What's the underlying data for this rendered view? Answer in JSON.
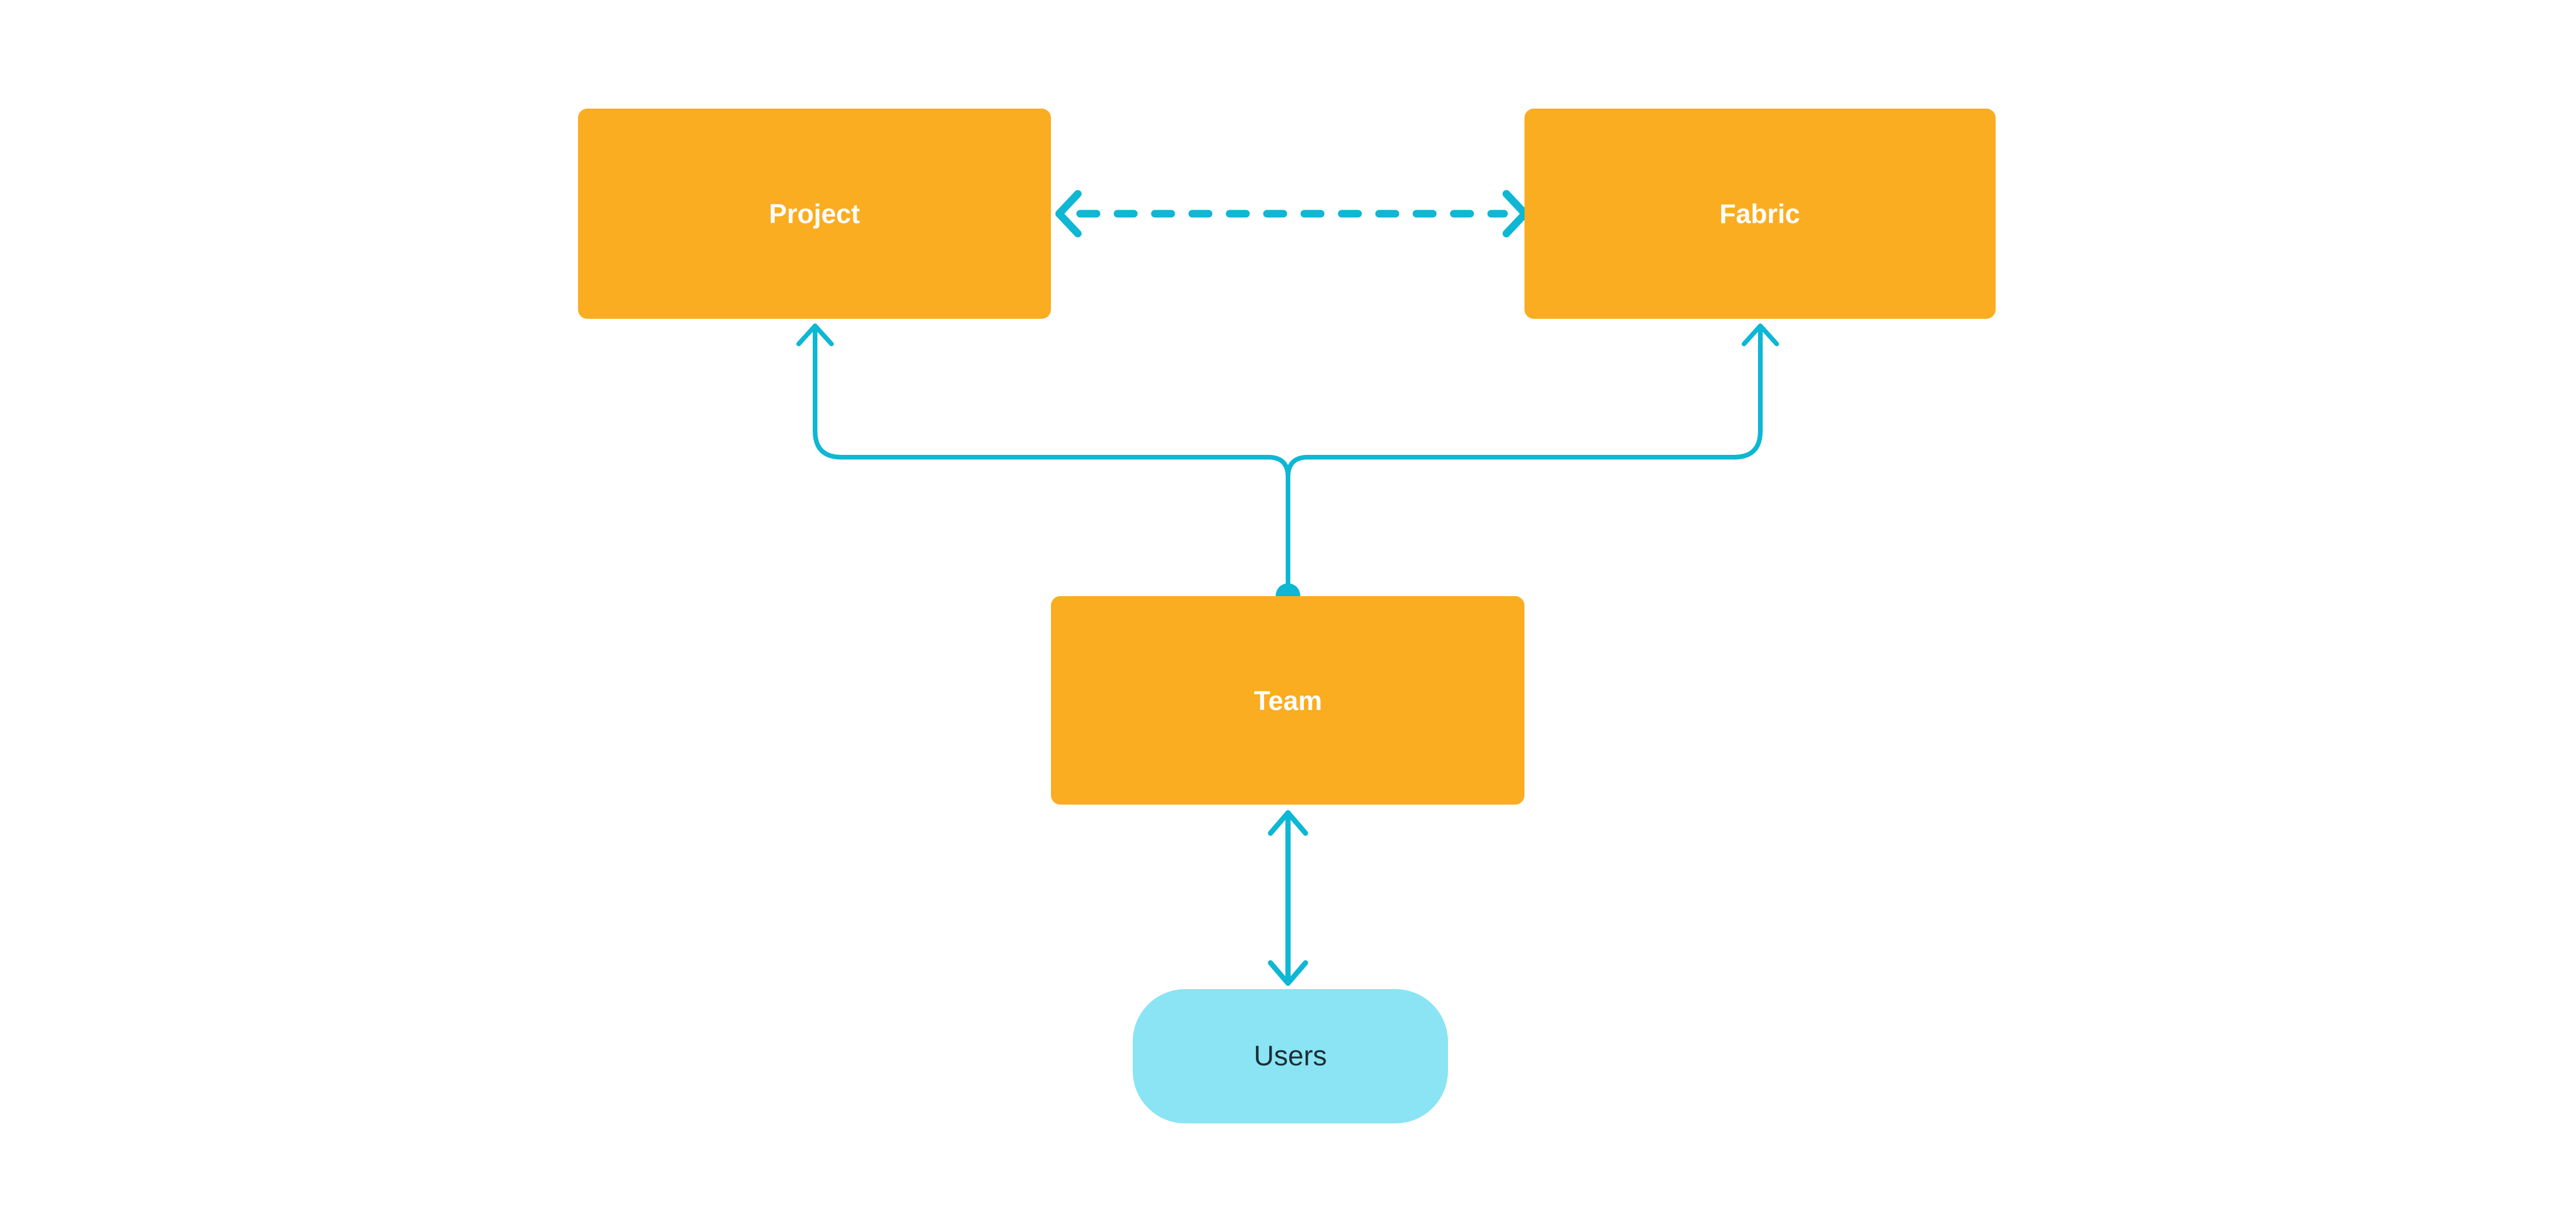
{
  "diagram": {
    "background": "#FFFFFF",
    "colors": {
      "node_fill_orange": "#FAAD21",
      "node_label_white": "#FFFFFF",
      "users_fill_cyan": "#8AE4F3",
      "users_label_dark": "#1C2F36",
      "connector_cyan": "#0EB7D3"
    },
    "nodes": {
      "project": {
        "label": "Project",
        "shape": "rectangle"
      },
      "fabric": {
        "label": "Fabric",
        "shape": "rectangle"
      },
      "team": {
        "label": "Team",
        "shape": "rectangle"
      },
      "users": {
        "label": "Users",
        "shape": "rounded-pill"
      }
    },
    "connectors": [
      {
        "id": "project-fabric",
        "from": "Project",
        "to": "Fabric",
        "line": "dashed",
        "arrowheads": "both"
      },
      {
        "id": "team-project",
        "from": "Team",
        "to": "Project",
        "line": "solid",
        "arrowheads": "end"
      },
      {
        "id": "team-fabric",
        "from": "Team",
        "to": "Fabric",
        "line": "solid",
        "arrowheads": "end"
      },
      {
        "id": "team-users",
        "from": "Team",
        "to": "Users",
        "line": "solid",
        "arrowheads": "both"
      }
    ]
  }
}
